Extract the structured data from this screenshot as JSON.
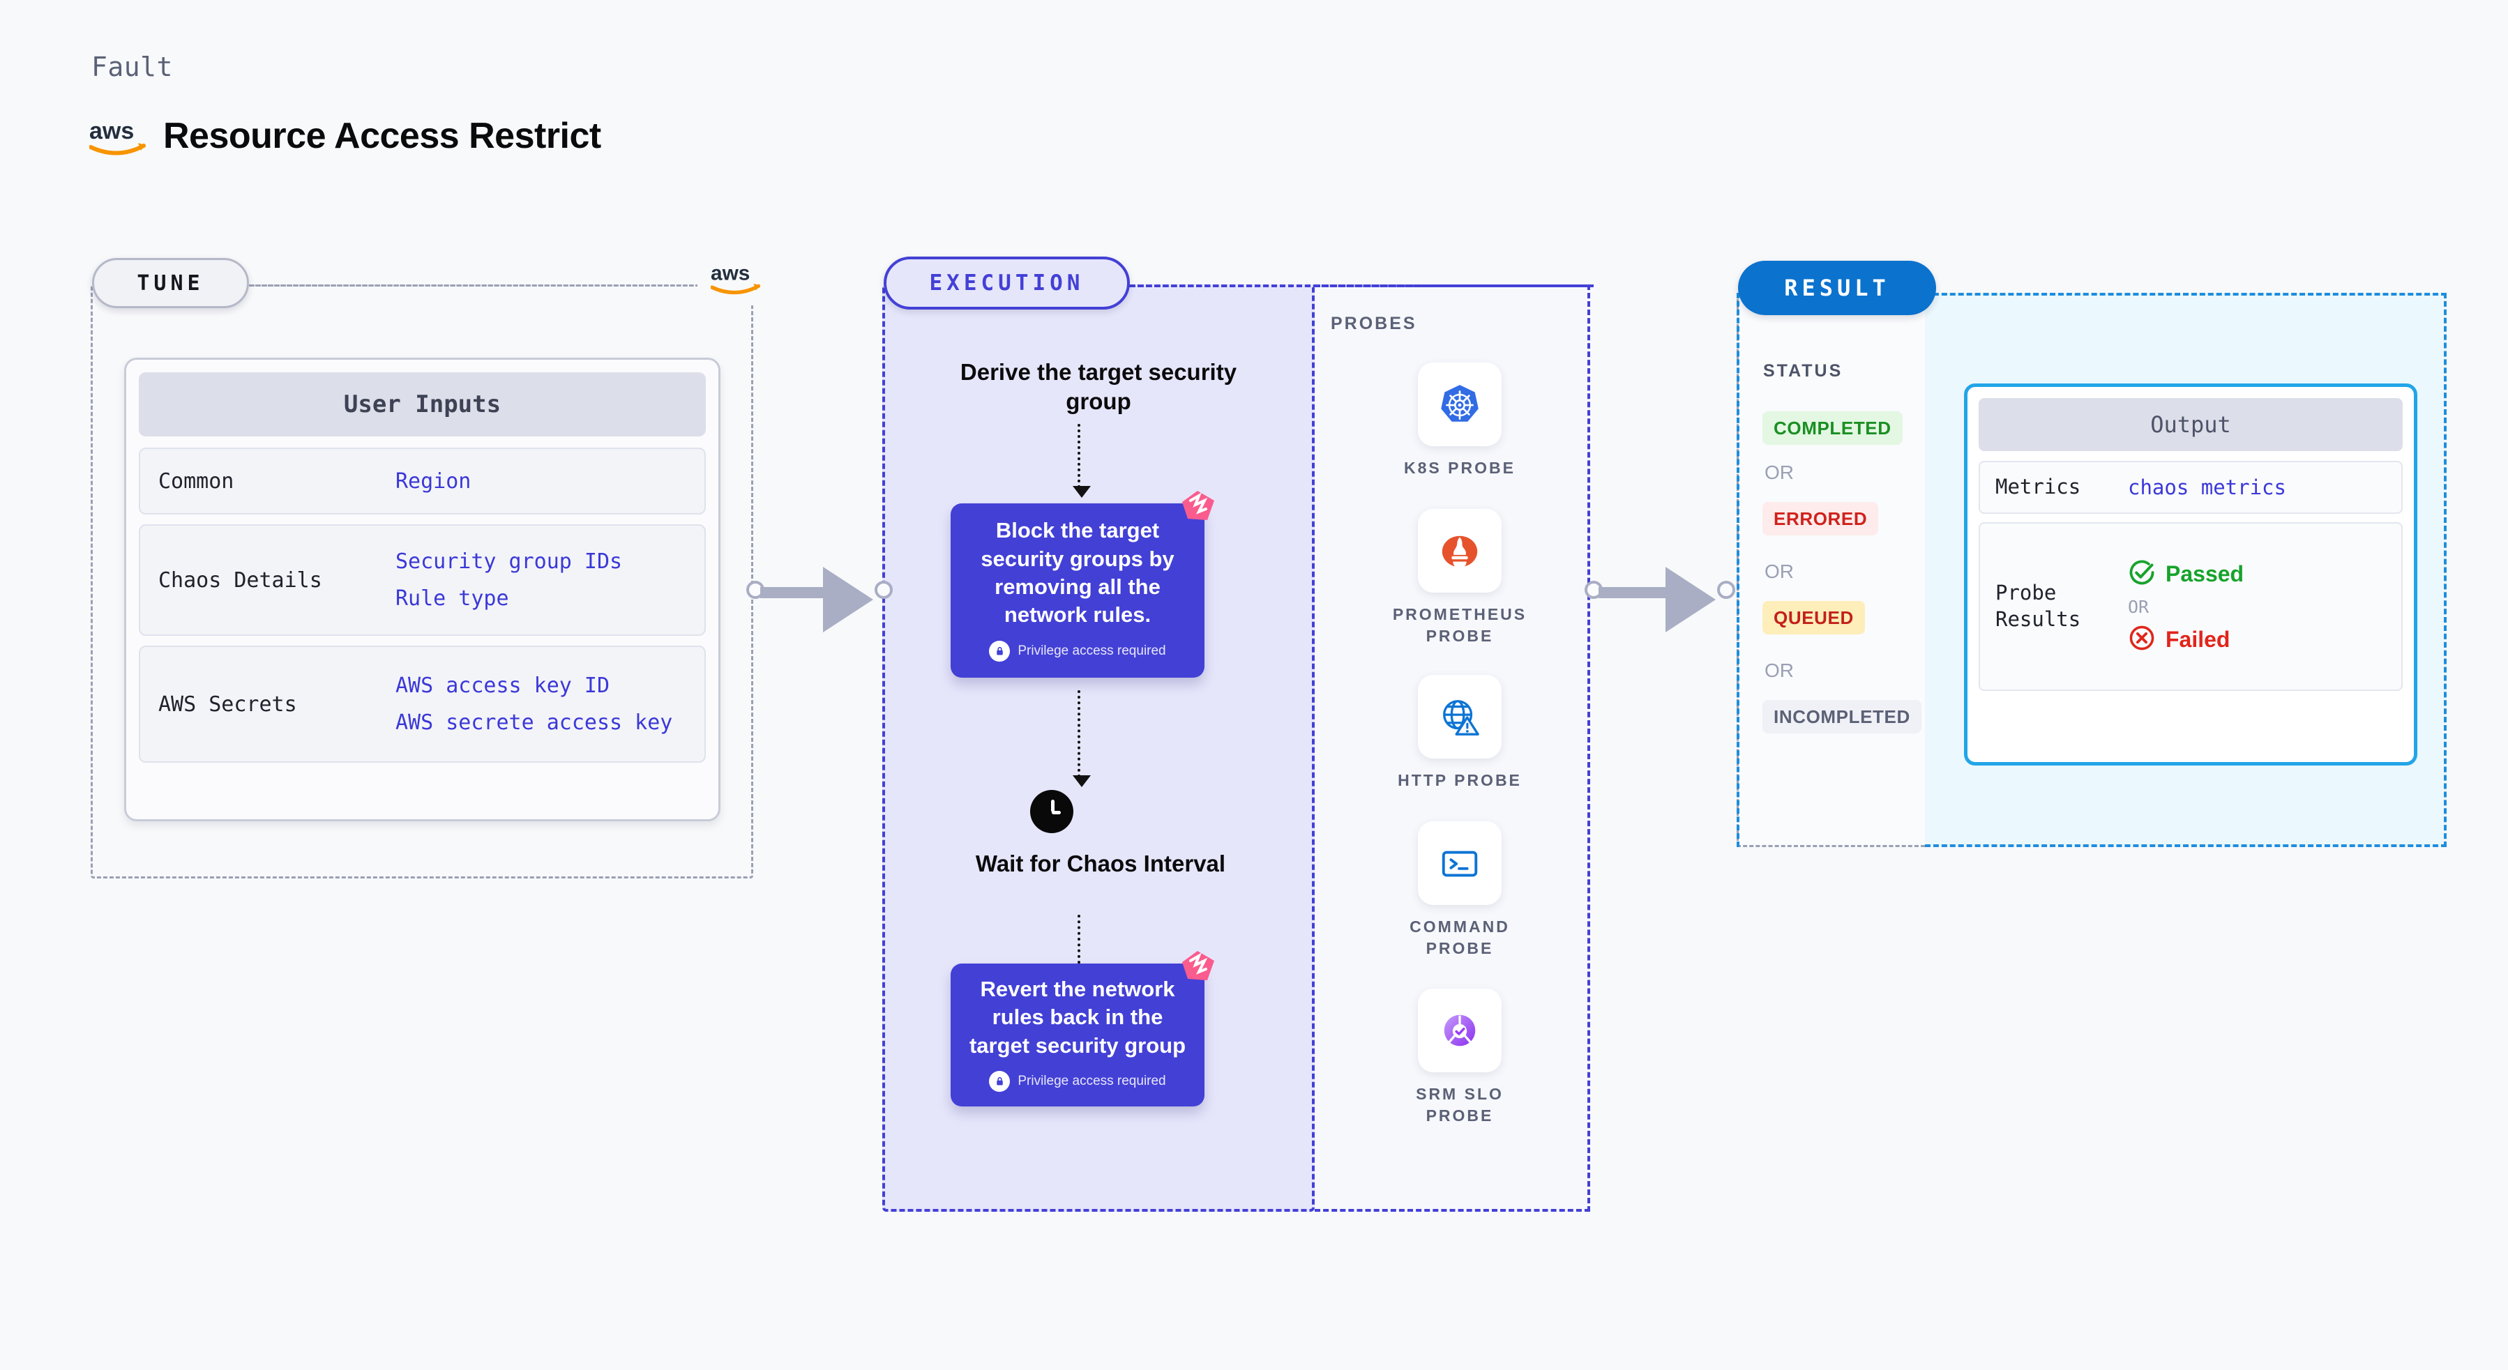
{
  "header": {
    "kicker": "Fault",
    "title": "Resource Access Restrict",
    "provider_icon": "aws-logo"
  },
  "tune": {
    "badge": "TUNE",
    "provider_icon": "aws-logo",
    "card_title": "User Inputs",
    "rows": [
      {
        "key": "Common",
        "values": [
          "Region"
        ]
      },
      {
        "key": "Chaos Details",
        "values": [
          "Security group IDs",
          "Rule type"
        ]
      },
      {
        "key": "AWS Secrets",
        "values": [
          "AWS access key ID",
          "AWS secrete access key"
        ]
      }
    ]
  },
  "execution": {
    "badge": "EXECUTION",
    "step_derive": "Derive the target security group",
    "step_block": "Block the target security groups by removing all the network rules.",
    "step_block_privilege": "Privilege access required",
    "wait_label": "Wait for Chaos Interval",
    "wait_icon": "clock-icon",
    "step_revert": "Revert the network rules back in the target security group",
    "step_revert_privilege": "Privilege access required",
    "harness_mark_icon": "harness-logo-icon",
    "lock_icon": "lock-icon"
  },
  "probes": {
    "title": "PROBES",
    "items": [
      {
        "label": "K8S PROBE",
        "icon": "kubernetes-icon"
      },
      {
        "label": "PROMETHEUS PROBE",
        "icon": "prometheus-icon"
      },
      {
        "label": "HTTP PROBE",
        "icon": "http-globe-warning-icon"
      },
      {
        "label": "COMMAND PROBE",
        "icon": "terminal-icon"
      },
      {
        "label": "SRM SLO PROBE",
        "icon": "srm-slo-icon"
      }
    ]
  },
  "result": {
    "badge": "RESULT",
    "status_title": "STATUS",
    "or_label": "OR",
    "statuses": [
      {
        "label": "COMPLETED",
        "bg": "#e3f7e3",
        "fg": "#1a8f22"
      },
      {
        "label": "ERRORED",
        "bg": "#fdeceb",
        "fg": "#d0211c"
      },
      {
        "label": "QUEUED",
        "bg": "#fdeeba",
        "fg": "#c32118"
      },
      {
        "label": "INCOMPLETED",
        "bg": "#f0f1f6",
        "fg": "#5b6176"
      }
    ],
    "output": {
      "title": "Output",
      "metrics_key": "Metrics",
      "metrics_value": "chaos metrics",
      "probe_results_key": "Probe Results",
      "passed_label": "Passed",
      "failed_label": "Failed",
      "or_label": "OR",
      "passed_icon": "check-circle-icon",
      "failed_icon": "x-circle-icon"
    }
  },
  "connectors": {
    "tune_to_execution": "arrow-right-icon",
    "execution_to_result": "arrow-right-icon"
  },
  "colors": {
    "background": "#f8f9fb",
    "execution_accent": "#4340d6",
    "execution_fill": "#e6e6fb",
    "result_accent": "#0b72ce",
    "result_fill": "#ebf8fd",
    "tune_accent": "#9aa0b4",
    "input_value": "#3b38d8",
    "harness_pink": "#fa5c8d",
    "aws_orange": "#f79400"
  }
}
